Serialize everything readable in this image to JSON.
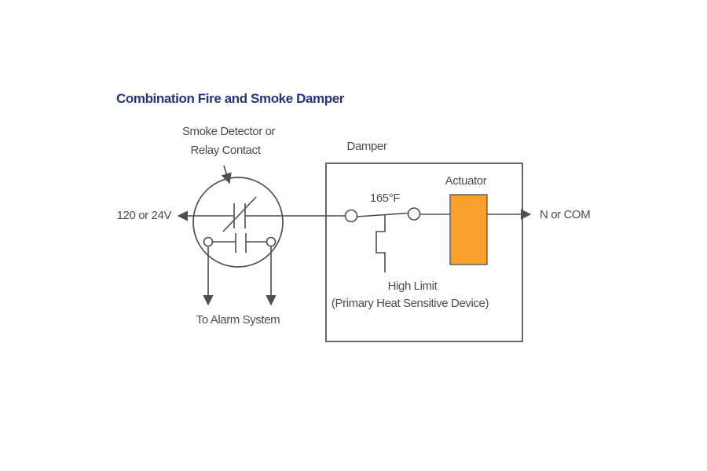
{
  "title": {
    "text": "Combination Fire and Smoke Damper",
    "color": "#253480"
  },
  "labels": {
    "smoke_detector_line1": "Smoke Detector or",
    "smoke_detector_line2": "Relay Contact",
    "damper": "Damper",
    "voltage_source": "120 or 24V",
    "trip_temperature": "165°F",
    "actuator": "Actuator",
    "neutral_output": "N or COM",
    "high_limit_line1": "High Limit",
    "high_limit_line2": "(Primary Heat Sensitive Device)",
    "alarm_output": "To Alarm System"
  },
  "colors": {
    "diagram_lines": "#4f4f4f",
    "label_text": "#4d4d4d",
    "actuator_fill": "#F7A02B",
    "actuator_border": "#5a5a5a"
  }
}
